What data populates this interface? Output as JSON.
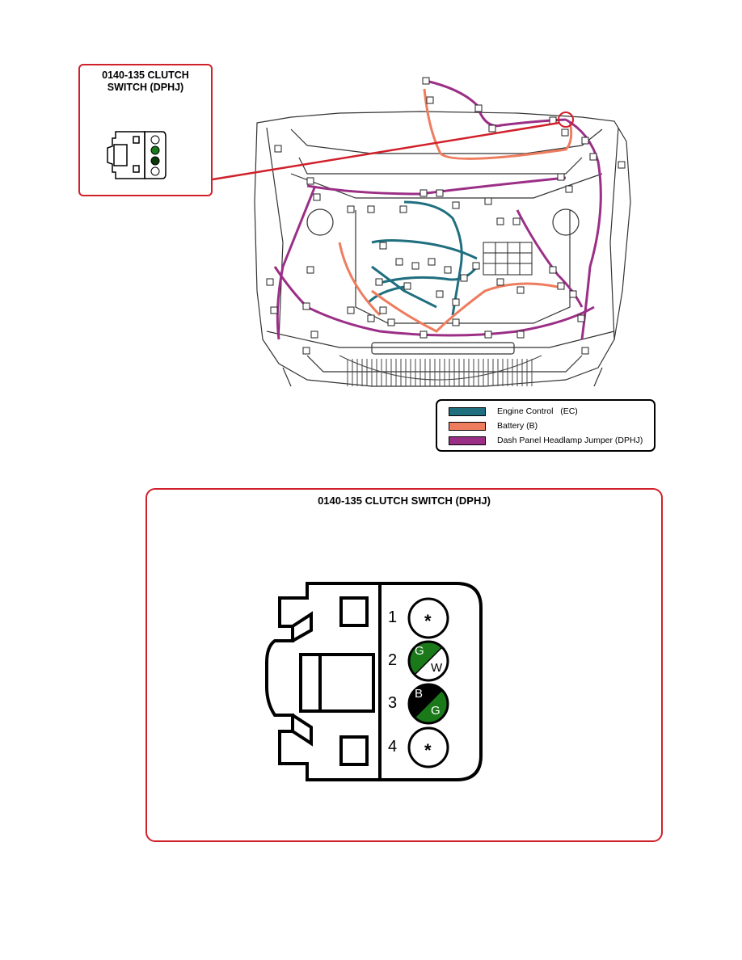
{
  "small_callout": {
    "title_line1": "0140-135 CLUTCH",
    "title_line2": "SWITCH (DPHJ)"
  },
  "legend": {
    "items": [
      {
        "label": "Engine Control   (EC)",
        "color": "#1f6f7f"
      },
      {
        "label": "Battery (B)",
        "color": "#ee7c5e"
      },
      {
        "label": "Dash Panel Headlamp Jumper (DPHJ)",
        "color": "#9b2f86"
      }
    ]
  },
  "detail": {
    "title": "0140-135 CLUTCH SWITCH (DPHJ)",
    "pins": [
      {
        "number": "1",
        "top": "*",
        "bottom": "",
        "fill": "empty"
      },
      {
        "number": "2",
        "top": "G",
        "bottom": "W",
        "fill": "green-white"
      },
      {
        "number": "3",
        "top": "B",
        "bottom": "G",
        "fill": "black-green"
      },
      {
        "number": "4",
        "top": "*",
        "bottom": "",
        "fill": "empty"
      }
    ]
  },
  "colors": {
    "callout_border": "#d0202a",
    "wire_green": "#1a7a1a",
    "leader_line": "#d0202a"
  }
}
